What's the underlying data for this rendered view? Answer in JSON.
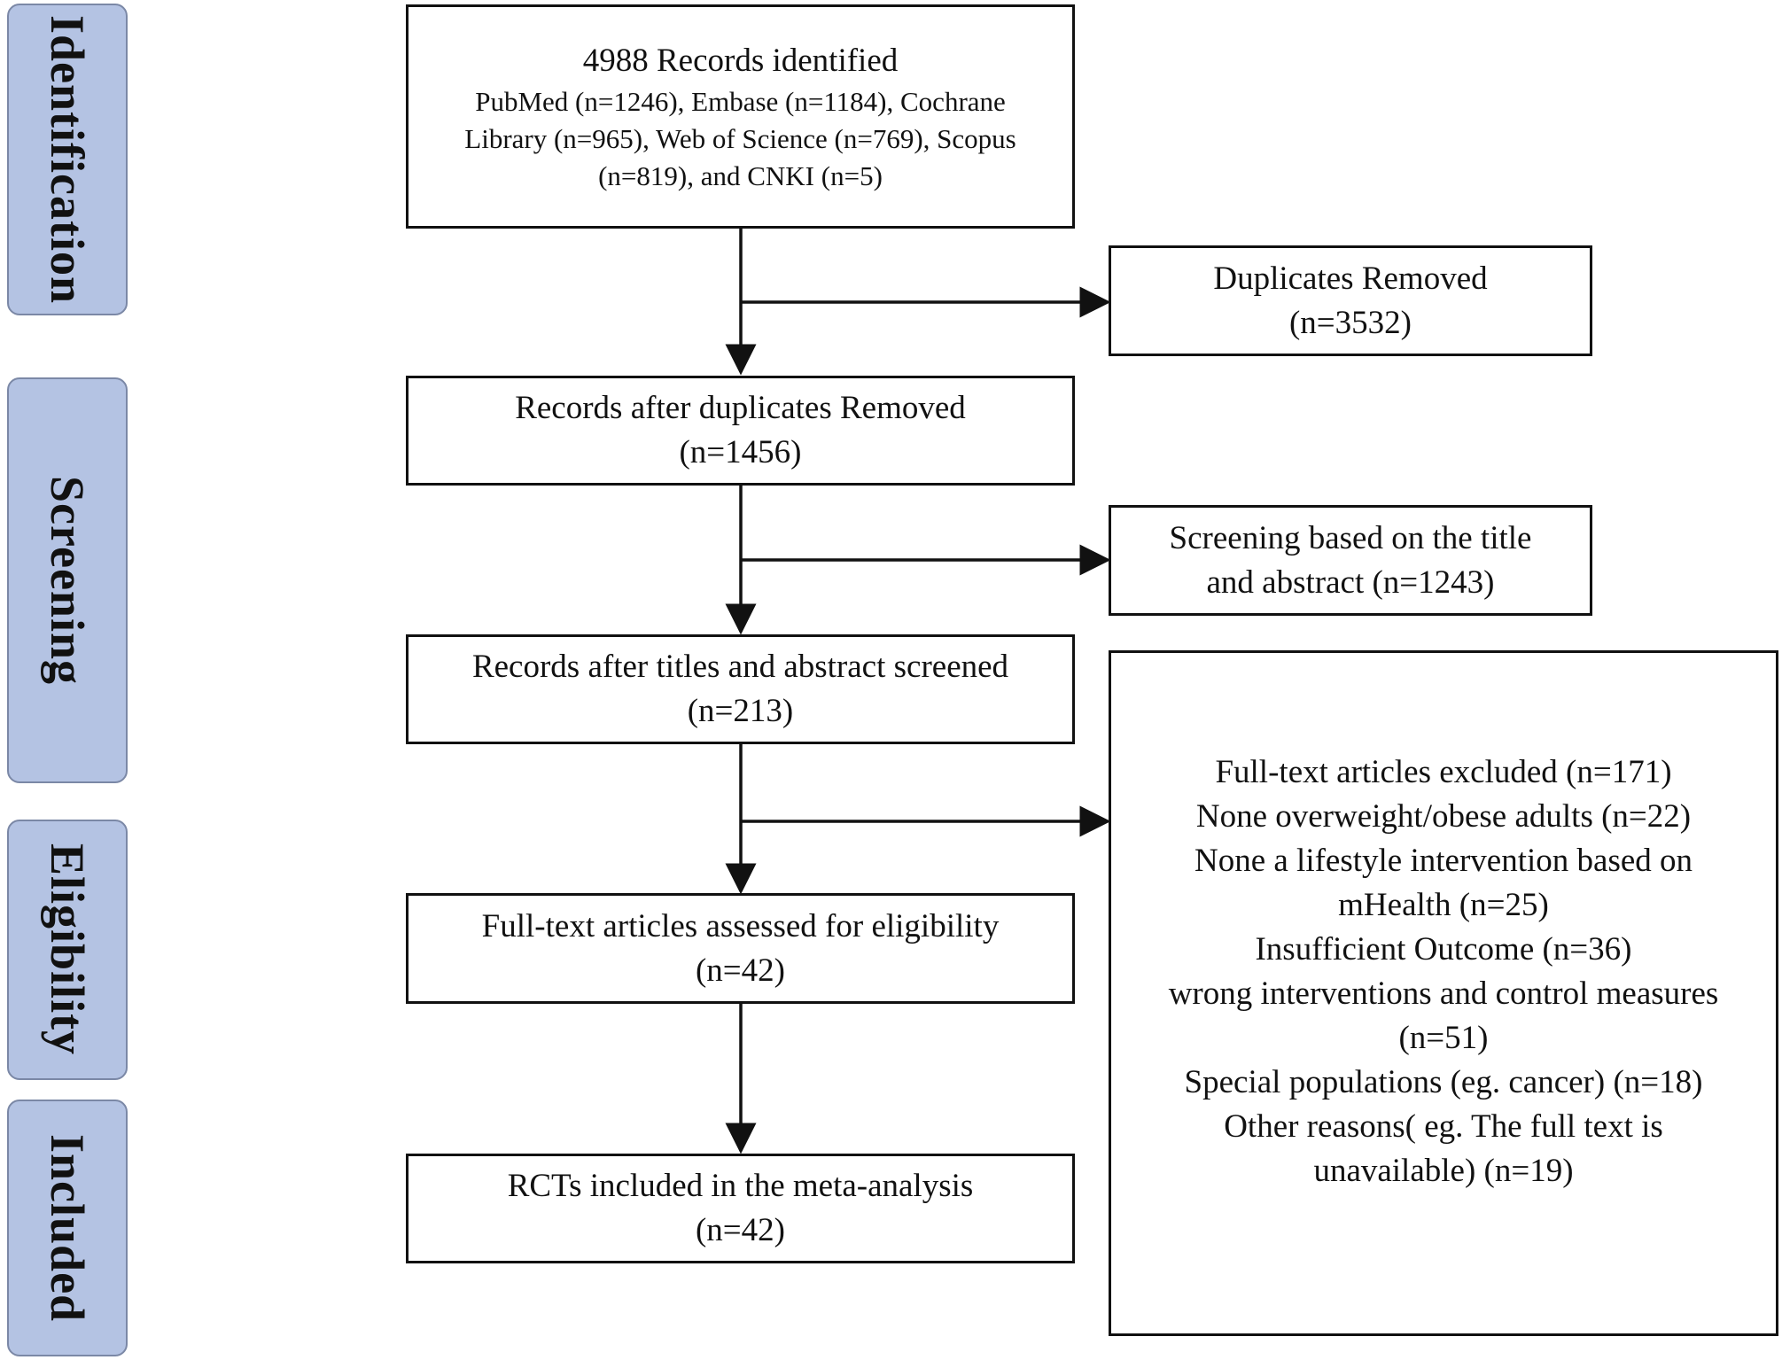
{
  "stages": {
    "identification": "Identification",
    "screening": "Screening",
    "eligibility": "Eligibility",
    "included": "Included"
  },
  "boxes": {
    "identified": {
      "title": "4988 Records identified",
      "lines": [
        "PubMed (n=1246), Embase (n=1184), Cochrane",
        "Library (n=965), Web of Science (n=769), Scopus",
        "(n=819), and CNKI (n=5)"
      ]
    },
    "duplicates": {
      "lines": [
        "Duplicates Removed",
        "(n=3532)"
      ]
    },
    "after_duplicates": {
      "lines": [
        "Records after duplicates Removed",
        "(n=1456)"
      ]
    },
    "title_abstract_excluded": {
      "lines": [
        "Screening based on the title",
        "and abstract (n=1243)"
      ]
    },
    "after_screening": {
      "lines": [
        "Records after titles and abstract screened",
        "(n=213)"
      ]
    },
    "full_text_excluded": {
      "lines": [
        "Full-text articles excluded (n=171)",
        "None overweight/obese adults (n=22)",
        "None a lifestyle intervention based on",
        "mHealth (n=25)",
        "Insufficient Outcome (n=36)",
        "wrong interventions and control measures",
        "(n=51)",
        "Special populations (eg. cancer) (n=18)",
        "Other reasons( eg. The full text is",
        "unavailable) (n=19)"
      ]
    },
    "eligibility": {
      "lines": [
        "Full-text articles assessed for eligibility",
        "(n=42)"
      ]
    },
    "included": {
      "lines": [
        "RCTs included in the meta-analysis",
        "(n=42)"
      ]
    }
  }
}
